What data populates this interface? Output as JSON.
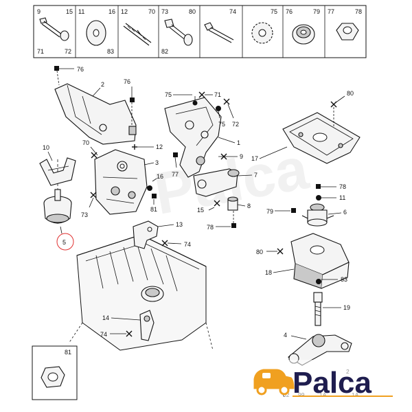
{
  "hardware_panel": {
    "cells": [
      {
        "top_left": "9",
        "top_right": "15",
        "bottom_left": "71",
        "bottom_right": "72"
      },
      {
        "top_left": "11",
        "top_right": "16",
        "bottom_left": "",
        "bottom_right": "83"
      },
      {
        "top_left": "12",
        "top_right": "70",
        "bottom_left": "",
        "bottom_right": ""
      },
      {
        "top_left": "73",
        "top_right": "80",
        "bottom_left": "82",
        "bottom_right": ""
      },
      {
        "top_left": "",
        "top_right": "74",
        "bottom_left": "",
        "bottom_right": ""
      },
      {
        "top_left": "",
        "top_right": "75",
        "bottom_left": "",
        "bottom_right": ""
      },
      {
        "top_left": "76",
        "top_right": "79",
        "bottom_left": "",
        "bottom_right": ""
      },
      {
        "top_left": "77",
        "top_right": "78",
        "bottom_left": "",
        "bottom_right": ""
      }
    ]
  },
  "callouts": {
    "c76a": "76",
    "c2": "2",
    "c76b": "76",
    "c75": "75",
    "c71": "71",
    "c80": "80",
    "c75b": "75",
    "c72": "72",
    "c10": "10",
    "c70": "70",
    "c12": "12",
    "c3": "3",
    "c9": "9",
    "c1": "1",
    "c17": "17",
    "c16": "16",
    "c77": "77",
    "c7": "7",
    "c73": "73",
    "c81": "81",
    "c78a": "78",
    "c11": "11",
    "c15": "15",
    "c8": "8",
    "c79": "79",
    "c6": "6",
    "c5": "5",
    "c13": "13",
    "c78b": "78",
    "c74a": "74",
    "c80b": "80",
    "c18": "18",
    "c83": "83",
    "c19": "19",
    "c14": "14",
    "c74b": "74",
    "c4": "4",
    "c81b": "81",
    "c2b": "2",
    "c21": "02",
    "c99": "99",
    "c1a": "1A",
    "c1b": "1A"
  },
  "logo": {
    "text": "Palca",
    "watermark": "Palca"
  },
  "colors": {
    "line": "#111111",
    "logo_orange": "#f0a020",
    "logo_navy": "#1f1d4f",
    "highlight_circle": "#e03030"
  }
}
